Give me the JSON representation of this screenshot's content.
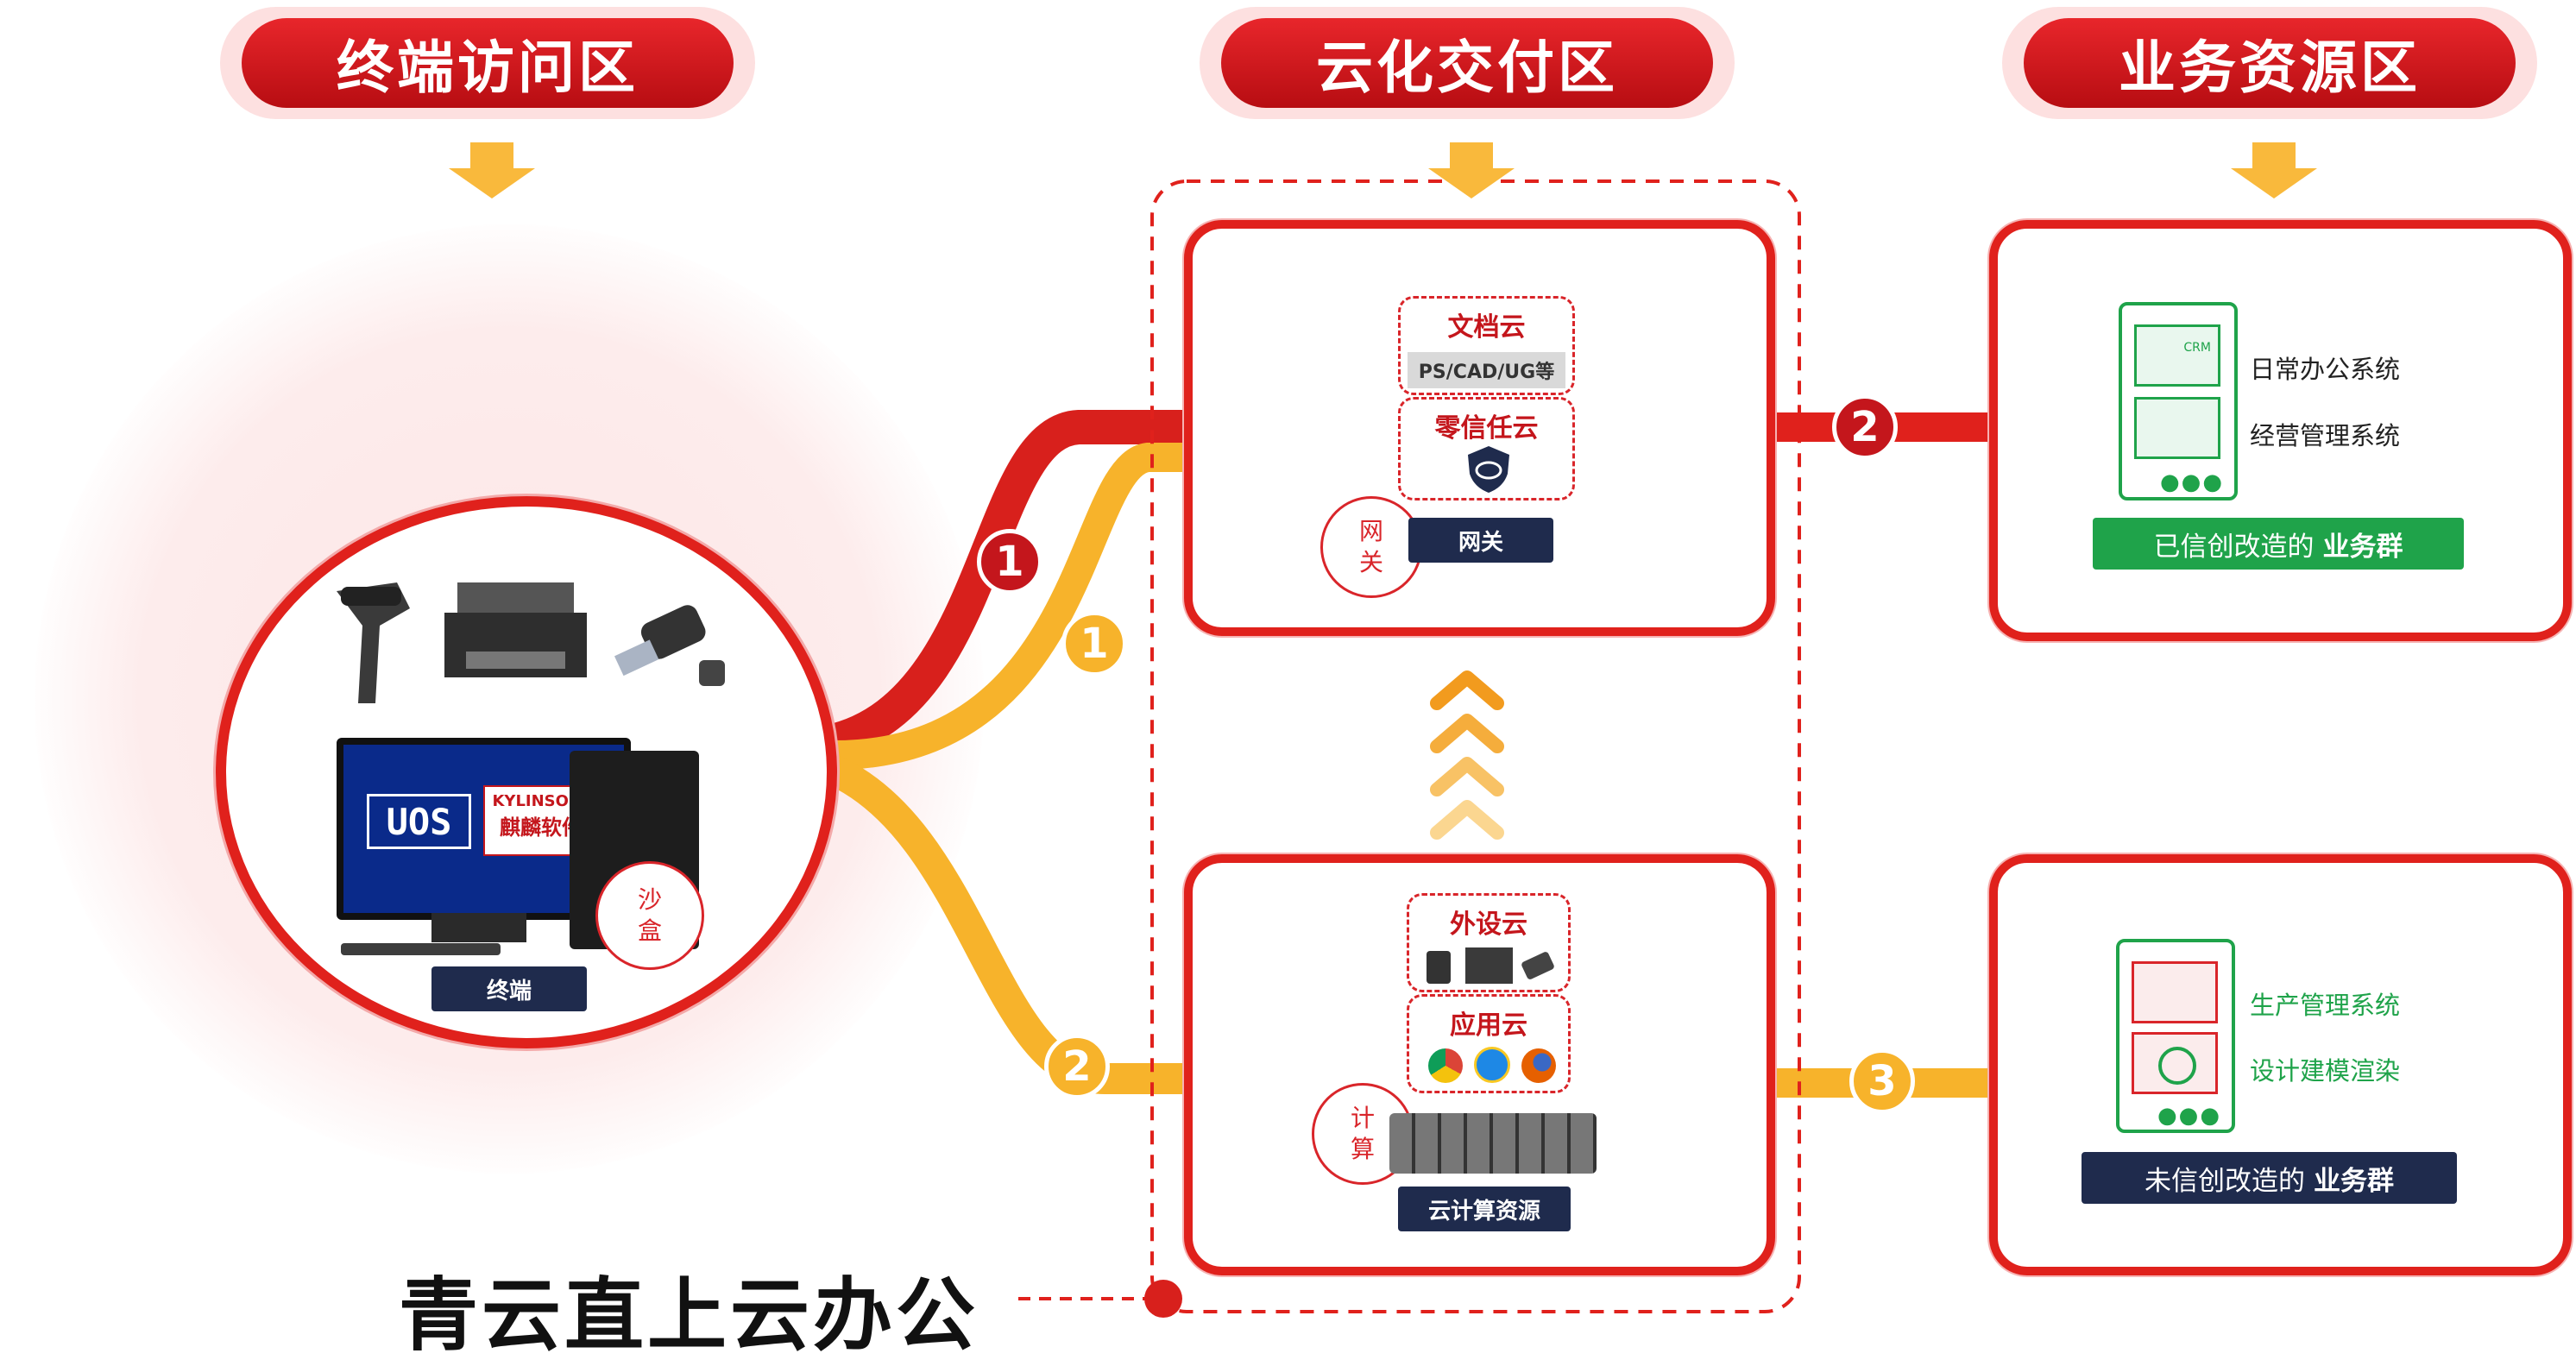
{
  "zones": {
    "terminal": "终端访问区",
    "cloud": "云化交付区",
    "business": "业务资源区"
  },
  "terminal": {
    "label": "终端",
    "sandbox": [
      "沙",
      "盒"
    ],
    "screen_logo_left": "UOS",
    "screen_logo_right_top": "KYLINSOFT",
    "screen_logo_right_bottom": "麒麟软件"
  },
  "gateway_card": {
    "doc_cloud": "文档云",
    "doc_sub": "PS/CAD/UG等",
    "zero_trust": "零信任云",
    "gateway_circle": [
      "网",
      "关"
    ],
    "gateway_label": "网关"
  },
  "compute_card": {
    "peripheral_cloud": "外设云",
    "app_cloud": "应用云",
    "compute_circle": [
      "计",
      "算"
    ],
    "compute_label": "云计算资源"
  },
  "business_top": {
    "items": [
      "日常办公系统",
      "经营管理系统"
    ],
    "crm": "CRM",
    "bar_normal": "已信创改造的",
    "bar_bold": "业务群"
  },
  "business_bottom": {
    "items": [
      "生产管理系统",
      "设计建模渲染"
    ],
    "bar_normal": "未信创改造的",
    "bar_bold": "业务群"
  },
  "badges": {
    "red1": "1",
    "yellow1": "1",
    "red2": "2",
    "yellow2": "2",
    "yellow3": "3"
  },
  "footer_title": "青云直上云办公",
  "colors": {
    "red": "#e0211c",
    "yellow": "#f7b32b",
    "navy": "#1f2b4d",
    "green": "#1fa34a"
  }
}
